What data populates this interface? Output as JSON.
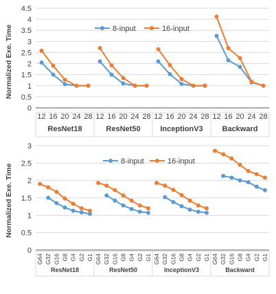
{
  "colors": {
    "series_1": "#5b9bd5",
    "series_2": "#ed7d31",
    "grid": "#d9d9d9",
    "axis": "#595959",
    "text": "#404040",
    "background": "#ffffff"
  },
  "chart_data": [
    {
      "type": "line",
      "ylabel": "Normalized Exe. Time",
      "ylim": [
        0,
        4.5
      ],
      "yticks": [
        0,
        0.5,
        1,
        1.5,
        2,
        2.5,
        3,
        3.5,
        4,
        4.5
      ],
      "grid": true,
      "legend": "top-center",
      "groups": [
        "ResNet18",
        "ResNet50",
        "InceptionV3",
        "Backward"
      ],
      "x": [
        "12",
        "16",
        "20",
        "24",
        "28"
      ],
      "series": [
        {
          "name": "8-input",
          "values": [
            [
              2.05,
              1.5,
              1.07,
              1.0,
              1.0
            ],
            [
              2.1,
              1.5,
              1.1,
              1.0,
              1.0
            ],
            [
              2.1,
              1.52,
              1.08,
              1.0,
              1.0
            ],
            [
              3.25,
              2.15,
              1.85,
              1.15,
              1.0
            ]
          ]
        },
        {
          "name": "16-input",
          "values": [
            [
              2.58,
              1.9,
              1.27,
              1.0,
              1.0
            ],
            [
              2.7,
              1.92,
              1.35,
              1.0,
              1.0
            ],
            [
              2.65,
              1.93,
              1.3,
              1.0,
              1.0
            ],
            [
              4.12,
              2.7,
              2.25,
              1.18,
              1.0
            ]
          ]
        }
      ]
    },
    {
      "type": "line",
      "ylabel": "Normalized Exe. Time",
      "ylim": [
        0,
        3
      ],
      "yticks": [
        0,
        0.5,
        1,
        1.5,
        2,
        2.5,
        3
      ],
      "grid": true,
      "legend": "top-center",
      "groups": [
        "ResNet18",
        "ResNet50",
        "InceptionV3",
        "Backward"
      ],
      "x": [
        "G64",
        "G32",
        "G16",
        "G8",
        "G4",
        "G2",
        "G1"
      ],
      "series": [
        {
          "name": "8-input",
          "values": [
            [
              null,
              1.5,
              1.35,
              1.22,
              1.13,
              1.08,
              1.04
            ],
            [
              null,
              1.57,
              1.42,
              1.28,
              1.18,
              1.1,
              1.07
            ],
            [
              null,
              1.52,
              1.38,
              1.26,
              1.16,
              1.1,
              1.07
            ],
            [
              null,
              2.13,
              2.08,
              2.0,
              1.95,
              1.82,
              1.72
            ]
          ]
        },
        {
          "name": "16-input",
          "values": [
            [
              1.9,
              1.8,
              1.67,
              1.48,
              1.33,
              1.2,
              1.13
            ],
            [
              1.93,
              1.85,
              1.72,
              1.57,
              1.42,
              1.28,
              1.2
            ],
            [
              1.93,
              1.85,
              1.73,
              1.58,
              1.42,
              1.28,
              1.2
            ],
            [
              2.85,
              2.75,
              2.63,
              2.45,
              2.27,
              2.18,
              2.08
            ]
          ]
        }
      ]
    }
  ]
}
